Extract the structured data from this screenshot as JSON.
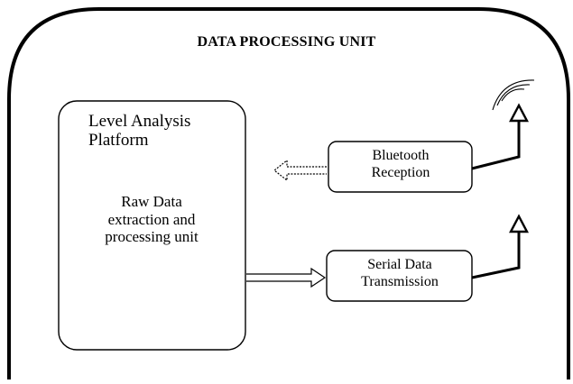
{
  "diagram": {
    "title": "DATA PROCESSING UNIT",
    "platform": {
      "title": "Level Analysis\nPlatform",
      "subtitle": "Raw Data\nextraction and\nprocessing unit"
    },
    "bluetooth_block": {
      "label": "Bluetooth\nReception"
    },
    "serial_block": {
      "label": "Serial Data\nTransmission"
    },
    "icons": [
      "antenna-icon",
      "wireless-signal-icon",
      "antenna-icon"
    ]
  }
}
